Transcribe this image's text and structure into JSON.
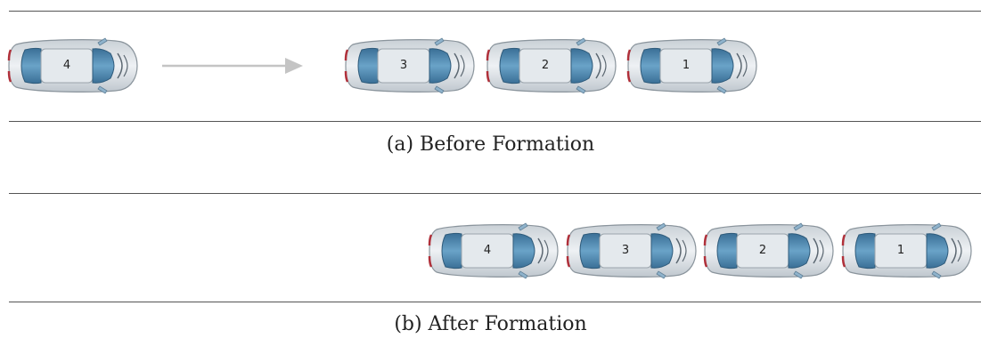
{
  "scene_a": {
    "caption": "(a) Before Formation",
    "cars": [
      "4",
      "3",
      "2",
      "1"
    ]
  },
  "scene_b": {
    "caption": "(b) After Formation",
    "cars": [
      "4",
      "3",
      "2",
      "1"
    ]
  },
  "icons": {
    "car": "car-icon",
    "arrow": "arrow-right-icon"
  },
  "colors": {
    "car_body": "#d7dde2",
    "car_glass": "#4f86ad",
    "tail_light": "#b0303a",
    "arrow": "#c4c4c4",
    "road_line": "#555555"
  }
}
